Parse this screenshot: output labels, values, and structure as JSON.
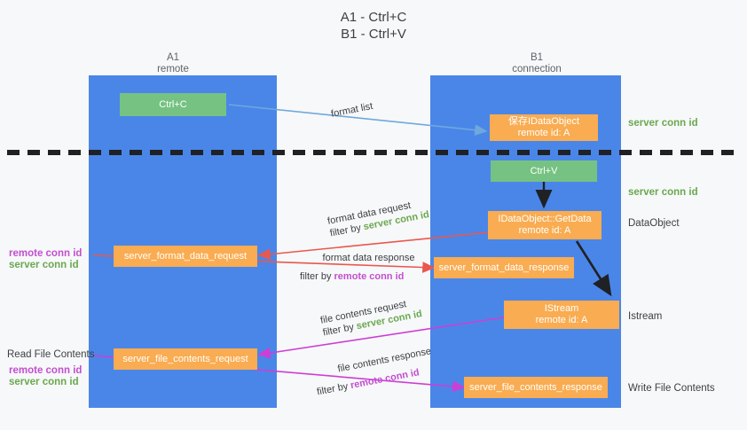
{
  "title": {
    "line1": "A1 - Ctrl+C",
    "line2": "B1 - Ctrl+V"
  },
  "lanes": [
    {
      "id": "a1",
      "name": "A1",
      "sub": "remote"
    },
    {
      "id": "b1",
      "name": "B1",
      "sub": "connection"
    }
  ],
  "boxes": {
    "ctrl_c": {
      "line1": "Ctrl+C",
      "color": "#76c282"
    },
    "ctrl_v": {
      "line1": "Ctrl+V",
      "color": "#76c282"
    },
    "save_dataobject": {
      "line1": "保存IDataObject",
      "line2": "remote id: A",
      "color": "#f9ac51"
    },
    "getdata": {
      "line1": "IDataObject::GetData",
      "line2": "remote id: A",
      "color": "#f9ac51"
    },
    "istream": {
      "line1": "IStream",
      "line2": "remote id: A",
      "color": "#f9ac51"
    },
    "server_format_data_request": {
      "line1": "server_format_data_request",
      "color": "#f9ac51"
    },
    "server_format_data_response": {
      "line1": "server_format_data_response",
      "color": "#f9ac51"
    },
    "server_file_contents_request": {
      "line1": "server_file_contents_request",
      "color": "#f9ac51"
    },
    "server_file_contents_response": {
      "line1": "server_file_contents_response",
      "color": "#f9ac51"
    }
  },
  "right_labels": {
    "server_conn_id_1": "server conn id",
    "server_conn_id_2": "server conn id",
    "dataobject": "DataObject",
    "istream": "Istream",
    "write_file_contents": "Write File Contents"
  },
  "left_labels": {
    "remote_conn_id_1": "remote conn id",
    "server_conn_id_1": "server conn id",
    "read_file_contents": "Read File Contents",
    "remote_conn_id_2": "remote conn id",
    "server_conn_id_2": "server conn id"
  },
  "arrows": {
    "format_list": {
      "caption": "format list"
    },
    "format_data_request": {
      "caption": "format data request",
      "filter_prefix": "filter by ",
      "filter_value": "server conn id",
      "filter_color": "green"
    },
    "format_data_response": {
      "caption": "format data response",
      "filter_prefix": "filter by ",
      "filter_value": "remote conn id",
      "filter_color": "magenta"
    },
    "file_contents_request": {
      "caption": "file contents request",
      "filter_prefix": "filter by ",
      "filter_value": "server conn id",
      "filter_color": "green"
    },
    "file_contents_response": {
      "caption": "file contents response",
      "filter_prefix": "filter by ",
      "filter_value": "remote conn id",
      "filter_color": "magenta"
    }
  },
  "colors": {
    "lane": "#4a86e8",
    "green_box": "#76c282",
    "orange_box": "#f9ac51",
    "green_text": "#6aa84f",
    "magenta_text": "#c24fd0",
    "red_arrow": "#e8584e",
    "blue_arrow": "#6fa8dc",
    "magenta_arrow": "#cc3fd5",
    "black_arrow": "#202124",
    "background": "#f7f8f9"
  }
}
